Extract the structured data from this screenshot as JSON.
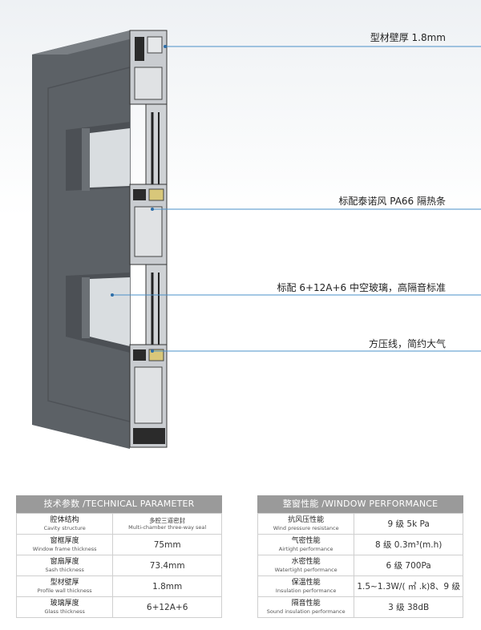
{
  "callouts": [
    "型材壁厚 1.8mm",
    "标配泰诺风 PA66 隔热条",
    "标配 6+12A+6 中空玻璃，高隔音标准",
    "方压线，简约大气"
  ],
  "technical": {
    "title": "技术参数 /TECHNICAL PARAMETER",
    "rows": [
      {
        "cn": "腔体结构",
        "en": "Cavity structure",
        "value_cn": "多腔三道密封",
        "value_en": "Multi-chamber three-way seal"
      },
      {
        "cn": "窗框厚度",
        "en": "Window frame thickness",
        "value": "75mm"
      },
      {
        "cn": "窗扇厚度",
        "en": "Sash thickness",
        "value": "73.4mm"
      },
      {
        "cn": "型材壁厚",
        "en": "Profile wall thickness",
        "value": "1.8mm"
      },
      {
        "cn": "玻璃厚度",
        "en": "Glass thickness",
        "value": "6+12A+6"
      }
    ]
  },
  "performance": {
    "title": "整窗性能 /WINDOW PERFORMANCE",
    "rows": [
      {
        "cn": "抗风压性能",
        "en": "Wind pressure resistance",
        "value": "9 级 5k Pa"
      },
      {
        "cn": "气密性能",
        "en": "Airtight performance",
        "value": "8 级 0.3m³(m.h)"
      },
      {
        "cn": "水密性能",
        "en": "Watertight performance",
        "value": "6 级 700Pa"
      },
      {
        "cn": "保温性能",
        "en": "Insulation performance",
        "value": "1.5~1.3W/( ㎡ .k)8、9 级"
      },
      {
        "cn": "隔音性能",
        "en": "Sound insulation performance",
        "value": "3 级 38dB"
      }
    ]
  },
  "colors": {
    "frame": "#5c6166",
    "header": "#9a9a9a",
    "line": "#4a90c8"
  }
}
